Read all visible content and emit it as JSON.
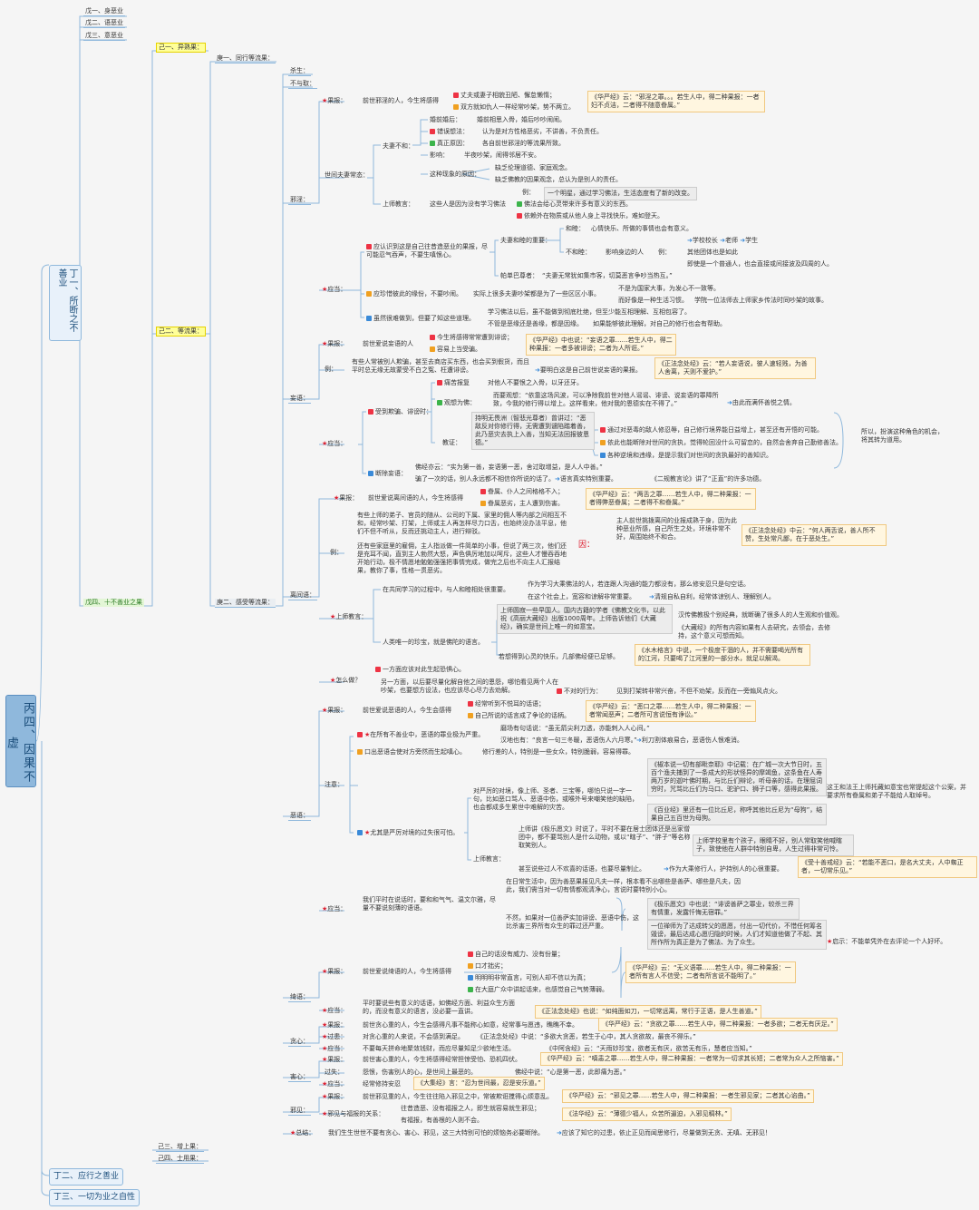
{
  "root": "丙四、因果不虚",
  "d1": "丁一、所断之不善业",
  "d2": "丁二、应行之善业",
  "d3": "丁三、一切为业之自性",
  "wu": [
    "戊一、身恶业",
    "戊二、语恶业",
    "戊三、意恶业",
    "戊四、十不善业之果"
  ],
  "ji": [
    "己一、异熟果：",
    "己二、等流果：",
    "己三、增上果：",
    "己四、士用果："
  ],
  "geng": [
    "庚一、同行等流果：",
    "庚二、感受等流果："
  ],
  "top": {
    "sha": "杀生：",
    "bq": "不与取："
  },
  "xy": {
    "label": "邪淫：",
    "guobao": "果报：",
    "guobao_text": "前世邪淫的人，今生将感得",
    "gb1": "丈夫或妻子相貌丑陋、懈怠懒惰；",
    "gb2": "双方就如仇人一样经常吵架，势不两立。",
    "gb_note": "《华严经》云：“邪淫之罪。。。若生人中，得二种果报：一者妇不贞洁，二者得不随意眷属。”",
    "sjfq": "世间夫妻常态：",
    "fqbh": "夫妻不和：",
    "hy1": "婚前婚后：",
    "hy1t": "婚前相思入骨，婚后吵吵闹闹。",
    "hy2": "错误想法：",
    "hy2t": "认为是对方性格恶劣，不讲善，不负责任。",
    "hy3": "真正原因：",
    "hy3t": "各自前世邪淫的等流果所致。",
    "hy4": "影响：",
    "hy4t": "半夜吵架，闹得邻居不安。",
    "hy5": "这种现象的原因：",
    "hy5a": "缺乏伦理道德、家庭观念。",
    "hy5b": "缺乏佛教的因果观念，总认为是别人的责任。",
    "sjjy": "上师教言：",
    "sjjyt": "这些人是因为没有学习佛法",
    "li": "例：",
    "lit": "一个明星，通过学习佛法，生活态度有了新的改变。",
    "fz1": "佛法会给心灵带来许多有意义的东西。",
    "fz2": "依赖外在物质或从他人身上寻找快乐，难如登天。",
    "yingdang": "应当：",
    "yd1": "应认识到这是自己往昔造恶业的果报，尽可能忍气吞声，不要生嗔恨心。",
    "fqhm": "夫妻和睦的重要：",
    "hemu": "和睦：",
    "hemut": "心情快乐、所做的事情也会有意义。",
    "buhe": "不和睦：",
    "buhet": "影响身边的人",
    "bli": "例：",
    "xx": [
      "学校校长",
      "老师",
      "学生"
    ],
    "bl2": "其他团体也是如此",
    "bl3": "即使是一个普通人，也会直接或间接波及四周的人。",
    "pl": "帕单巴尊者：",
    "plt": "“夫妻无常犹如集市客，切莫恶言争吵当热互。”",
    "yd2": "应珍惜彼此的缘份，不要吵闹。",
    "yd2t": "实际上很多夫妻吵架都是为了一些区区小事。",
    "yd2a": "不是为国家大事，为发心不一致等。",
    "yd2b": "而好像是一种生活习惯。",
    "yd2c": "学院一位法师去上师家乡传法时同吵架的故事。",
    "yd3": "虽然很难做到，但要了知这些道理。",
    "yd3a": "学习佛法以后，虽不能做到彻底杜绝，但至少能互相理解、互相包容了。",
    "yd3b": "不管是恶缘还是善缘，都是因缘。",
    "yd3c": "如果能够彼此理解，对自己的修行也会有帮助。"
  },
  "wy": {
    "label": "妄语：",
    "guobao": "果报：",
    "gbt": "前世爱说妄语的人",
    "gb1": "今生将感得常常遭到诽谤；",
    "gb2": "容易上当受骗。",
    "gbnote": "《华严经》中也说：“妄语之罪……若生人中，得二种果报：一者多被诽谤；二者为人所诳。”",
    "li": "例：",
    "lit": "有些人常被别人欺骗，甚至去商店买东西，也会买到假货，而且平时总无缘无故蒙受不白之冤、枉遭诽谤。",
    "lit2": "要明白这是自己前世说妄语的果报。",
    "linote": "《正法念处经》云：“若人妄语说，彼人速轻贱，为善人舍离，天则不爱护。”",
    "yingdang": "应当：",
    "srqp": "受到欺骗、诽谤时：",
    "yh": "痛苦报复",
    "yht": "对他人不要恨之入骨，以牙还牙。",
    "gx": "观想为佛：",
    "gxt": "而要观想：“依靠这场风波，可以净除我前世对他人谣谣、诽谤、说妄语的罪障所致，今我的修行得以增上。这样看来，他对我的恩德实在不得了。”",
    "gxt2": "由此而满怀善悦之情。",
    "jy": "教证：",
    "jyt": "持明无畏洲（智悲光尊者）曾讲过：“恶敌反对你修行得，无需遭到谴陷踏着善，此乃恶灾去执上入善，当知无法回报彼恩德。”",
    "jy1": "通过对恶毒的敌人修忍辱，自己修行境界能日益增上，甚至还有开悟的可能。",
    "jy2": "依此也能断除对世间的贪执，觉得轮回没什么可留恋的，自然会舍弃自己勤修善法。",
    "jy3": "各种逆境和违缘，是提示我们对世间的贪执最好的善知识。",
    "brace": "所以，扮演这种角色的机会，将其转为道用。",
    "dc": "断除妄语：",
    "dct": "佛经亦云：“实为第一善，妄语第一恶，舍过取增益，是人人中善。”",
    "dc2": "骗了一次的话，别人永远都不相信你所说的话了。",
    "dc2a": "语言真实特别重要。",
    "dc2b": "《二规教言论》讲了“正直”的许多功德。"
  },
  "lj": {
    "label": "离间语：",
    "guobao": "果报：",
    "gbt": "前世爱说离间语的人，今生将感得",
    "gb1": "眷属、仆人之间格格不入；",
    "gb2": "眷属恶劣，主人遭到伤害。",
    "gbnote": "《华严经》云：“两舌之罪……若生人中，得二种果报：一者得弊恶眷属；二者得不和眷属。”",
    "li": "例：",
    "l1": "有些上师的弟子、官员的随从、公司的下属、家里的佣人等内部之间相互不和，经常吵架、打架，上师或主人再怎样尽力口舌，也始终没办法平息，他们不但不听从，反而还挑动主人，进行辩驳。",
    "l2": "还有些家庭里的雇佣，主人指派做一件简单的小事，但说了两三次，他们还是充耳不闻，直到主人勃然大怒，声色俱厉地加以呵斥，这些人才慢吞吞地开始行动，极不情愿地勉勉强强把事情完成，做完之后也不向主人汇报结果，教你了事，性格一贯恶劣。",
    "yin": "因：",
    "yint": "主人前世挑拨离间的业报成熟于身，因为此种恶业所感，自己所生之处，环境非常不好，周围始终不和合。",
    "yinnote": "《正法念处经》中云：“何人两舌说，善人所不赞，生处常凡鄙，在于恶处生。”",
    "ssjy": "上师教言：",
    "ss1": "在共同学习的过程中，与人和睦相处很重要。",
    "ss1a": "作为学习大乘佛法的人，若连跟人沟通的能力都没有，那么修安忍只是句空话。",
    "ss1b": "在这个社会上，宽容和谅解非常重要。",
    "ss1c": "清规自私自利，经常体谅别人、理解别人。",
    "ss2": "人类唯一的珍宝，就是佛陀的语言。",
    "ss2a": "上师圆寂一些早国人。国内古籍的学者《佛教文化书，以此祝《高丽大藏经》出版1000周年。上师告诉他们《大藏经》，确实是世间上唯一的如意宝。",
    "ss2b": "汉传佛教极个别经典，就断确了很多人的人生观和价值观。",
    "ss2c": "《大藏经》的所有内容如果有人去研究，去领会，去修持，这个意义可想而知。",
    "ss2d": "若想得到心灵的快乐，几部佛经便已足够。",
    "ss2e": "《水木格言》中说，一个极度干涸的人，并不需要喝光所有的江河，只要喝了江河里的一部分水，就足以解渴。",
    "zmb": "怎么做？",
    "zm1": "一方面应该对此生起恐惧心。",
    "zm2": "另一方面，以后要尽量化解自他之间的恩怨，哪怕看见两个人在吵架，也要想方设法，也应该尽心尽力去劝解。",
    "zm2a": "不对的行为：",
    "zm2at": "见到打架转非常兴奋，不但不劝架，反而在一旁煽风点火。"
  },
  "ey": {
    "label": "恶语：",
    "guobao": "果报：",
    "gbt": "前世爱说恶语的人，今生会感得",
    "gb1": "经常听到不悦耳的话语；",
    "gb2": "自己所说的话言成了争论的话柄。",
    "gbnote": "《华严经》云：“恶口之罪……若生人中，得二种果报：一者常闻恶声；二者所可言说恒有诤讼。”",
    "zhuyi": "注意：",
    "z1": "在所有不善业中，恶语的罪业极为严重。",
    "z1a": "磨场有句话说：“虽无箭尖利刀透，亦能刺入人心间。”",
    "z1b": "汉地也有：“良言一句三冬暖，恶语伤人六月寒。”",
    "z1c": "利刀割体痕易合，恶语伤人恨难消。",
    "z2": "口出恶语会使对方旁然而生起嗔心。",
    "z2t": "修行差的人，特别是一些女众，特别脆弱，容易得罪。",
    "z3": "尤其是严厉对境的过失很可怕。",
    "z3t": "对严厉的对境，像上师、圣者、三宝等，哪怕只说一字一句，比如恶口骂人、恶语中伤，或喉外号来嘲笑他的缺陷，也会都成多生累世中难解的灾苦。",
    "z3n1": "《椒本说一切有部毗奈耶》中记载：在广城一次大节日时，五百个渔夫捕到了一条成大的形状怪异的摩竭鱼，这条鱼在人寿两万岁的迦叶佛时期，与比丘们辩论，听母亲的话，在理屈词穷时，咒骂比丘们为马口、驼驴口、狮子口等，感得此果报。",
    "z3n2": "《百业经》里还有一位比丘尼，称呼其他比丘尼为“母狗”，结果自己五百世为母狗。",
    "z3n3": "这王和法王上师托藏如意宝也常提起这个公案，并要求所有眷属和弟子不能给人取绰号。",
    "sjjy": "上师教言：",
    "sj1": "上师讲《极乐愿文》时说了，平时不要在居士团体还是出家僧团中，都不要骂别人是什么动物，或以“瞎子”、“胖子”等名称取笑别人。",
    "sj1b": "上师学校里有个孩子，眼睛不好，别人常取笑他喊瞎子，致使他在人群中特别自卑，人生过得非常可怜。",
    "sj2": "甚至说些过人不欢喜的话语，也要尽量制止。",
    "sj2t": "作为大乘修行人，护持别人的心很重要。",
    "sj2n": "《受十善戒经》云：“若能不恶口，是名大丈夫，人中蜘正者，一切常乐见。”",
    "yingdang": "应当：",
    "yd1": "我们平时在说话时，要和和气气、温文尔雅，尽量不要说刻薄的语语。",
    "yd1a": "在日常生活中，因为善恶果报见凡夫一样，根本看不出哪些是善萨、哪些是凡夫，因此，我们需当对一切有情都观清净心，言说时要特别小心。",
    "yd1b": "不然，如果对一位善萨实加诽谤、恶语中伤，这比杀害三界所有众生的罪过还严重。",
    "yd1n": "《极乐愿文》中也说：“诽谤善萨之罪业，较杀三界有情重，发露忏悔无宿罪。”",
    "yd1n2": "一位禅师为了达成转父的愿愿，付出一切代价，不惜任何筹名毁谤，最后达成心愿归隐的时候，人们才知道他做了不起、其所作所为真正是为了佛法、为了众生。",
    "yd1q": "启示：不能单凭外在去评论一个人好坏。"
  },
  "qy": {
    "label": "绮语：",
    "guobao": "果报：",
    "gbt": "前世爱说绮语的人，今生将感得",
    "g1": "自己的话没有威力、没有份量；",
    "g2": "口才拙劣；",
    "g3": "明明明非常直言，可别人却不信以为真；",
    "g4": "在大庭广众中讲起话来，也感觉自己气势薄弱。",
    "gbnote": "《华严经》云：“无义语罪……若生人中，得二种果报：一者所有言人不信受；二者有所言说不能明了。”",
    "yingdang": "应当：",
    "ydt": "平时要说些有意义的话语，如佛经方面、利益众生方面的，而没有意义的语言，没必要一直讲。",
    "ydn": "《正法念处经》也说：“如纯面如刀，一切常远离，常行于正语，是人生善道。”"
  },
  "tx": {
    "label": "贪心：",
    "gb": "果报：",
    "gbt": "前世贪心重的人，今生会感得凡事不能称心如意，经常事与愿违，瞧瞧不幸。",
    "gbn": "《华严经》云：“贪欲之罪……若生人中，得二种果报：一者多欲；二者无有厌足。”",
    "gg": "过患：",
    "ggt": "对贪心重的人来说，不会感到满足。",
    "ggn": "《正法念处经》中说：“多欲大贪恶，若生于心中，其人贪欲故，最丧不得乐。”",
    "yd": "应当：",
    "ydt": "不要每天拼命地聚敛钱财，而应尽量知足少欲地生活。",
    "ydn": "《中阿含经》云：“天雨妙珍宝，欲者无有厌，欲苦无有乐，慧者应当知。”"
  },
  "hx": {
    "label": "害心：",
    "gb": "果报：",
    "gbt": "前世害心重的人，今生将感得经常担惊受怕、恐机四伏。",
    "gbn": "《华严经》云：“嗔恚之罪……若生人中，得二种果报：一者常为一切求其长短；二者常为众人之所恼害。”",
    "gg": "过失：",
    "ggt": "怨恨，伤害别人的心，是世间上最恶的。",
    "ggn": "佛经中说：“心是第一恶，此即痛为恶。”",
    "yd": "应当：",
    "ydt": "经常修持安忍",
    "ydn": "《大集经》言：“忍为世间最，忍是安乐道。”"
  },
  "xj": {
    "label": "邪见：",
    "gb": "果报：",
    "gbt": "前世邪见重的人，今生往往陷入邪见之中，常被欺诳搅得心烦意乱。",
    "gbn": "《华严经》云：“邪见之罪……若生人中，得二种果报：一者生邪见家；二者其心谄曲。”",
    "gx": "邪见与福报的关系：",
    "gx1": "往昔造恶、没有福报之人，即生就容易就生邪见；",
    "gx2": "有福报，有善根的人则不会。",
    "gxn": "《法华经》云：“薄德少福人，众苦所逼迫，入邪见稠林。”"
  },
  "zj": {
    "label": "总结：",
    "t1": "我们生生世世不要有贪心、害心、邪见，这三大特别可怕的烦恼务必要断除。",
    "t2": "应该了知它的过患，依止正见而闻思修行，尽量做到无贪、无嗔、无邪见！"
  },
  "colors": {
    "root": "#8fb8dc",
    "line": "#8fb8dc",
    "yellow": "#ffff99",
    "note": "#fff6e0",
    "star": "#dd2233"
  }
}
